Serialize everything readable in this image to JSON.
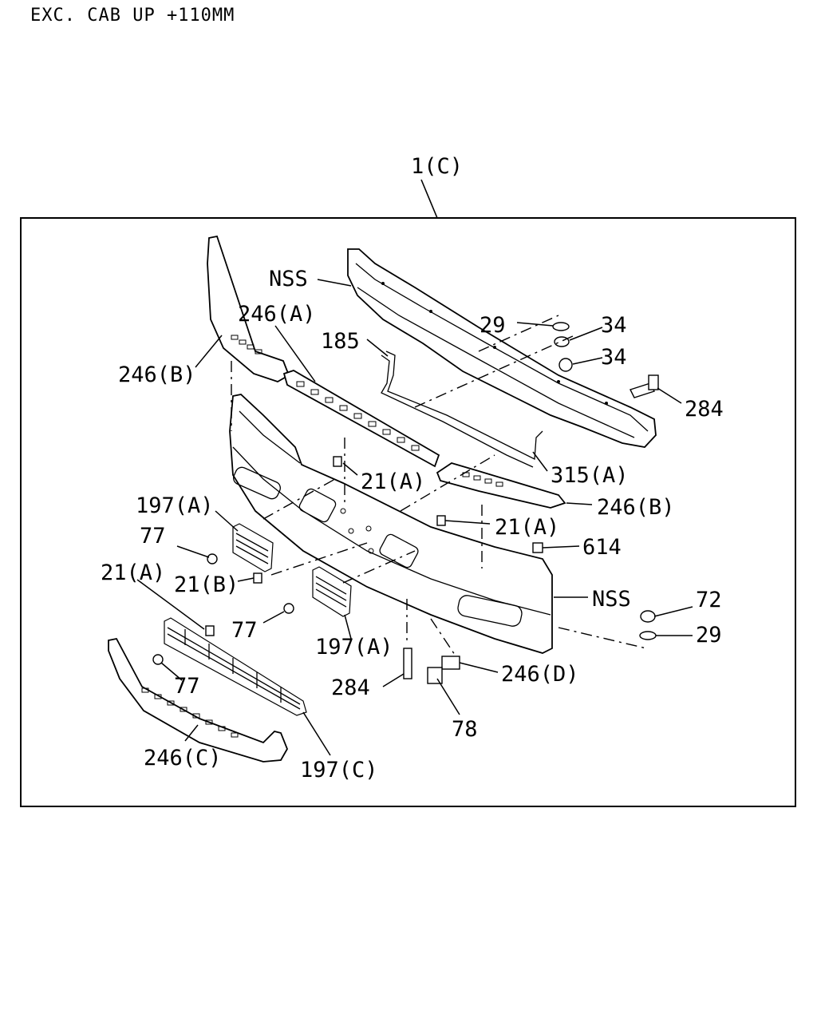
{
  "header": {
    "note": "EXC. CAB UP +110MM"
  },
  "assembly": {
    "label": "1(C)"
  },
  "callouts": {
    "nss_top": "NSS",
    "c246a": "246(A)",
    "c246b_left": "246(B)",
    "c185": "185",
    "c29_top": "29",
    "c34_a": "34",
    "c34_b": "34",
    "c284_right": "284",
    "c315a": "315(A)",
    "c21a_center": "21(A)",
    "c197a_top": "197(A)",
    "c246b_right": "246(B)",
    "c21a_right": "21(A)",
    "c77_top": "77",
    "c614": "614",
    "c21a_left": "21(A)",
    "c21b": "21(B)",
    "nss_right": "NSS",
    "c72": "72",
    "c77_mid": "77",
    "c29_bottom": "29",
    "c197a_bottom": "197(A)",
    "c246d": "246(D)",
    "c77_low": "77",
    "c284_bottom": "284",
    "c78": "78",
    "c246c": "246(C)",
    "c197c": "197(C)"
  }
}
